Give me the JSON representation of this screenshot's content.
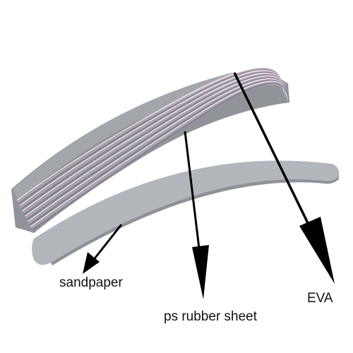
{
  "diagram": {
    "labels": {
      "sandpaper": "sandpaper",
      "rubber_sheet": "ps rubber sheet",
      "eva": "EVA"
    },
    "colors": {
      "background": "#ffffff",
      "stack_side": "#8c8f96",
      "stack_top": "#a4a7ad",
      "pink_layer": "#c9a3c3",
      "white_layer": "#eeeeee",
      "gray_layer": "#7d8088",
      "sandpaper_fill": "#b8bcc2",
      "arrow": "#000000",
      "label_text": "#111111"
    },
    "components": [
      "nail-file-stack",
      "single-nail-file"
    ]
  }
}
